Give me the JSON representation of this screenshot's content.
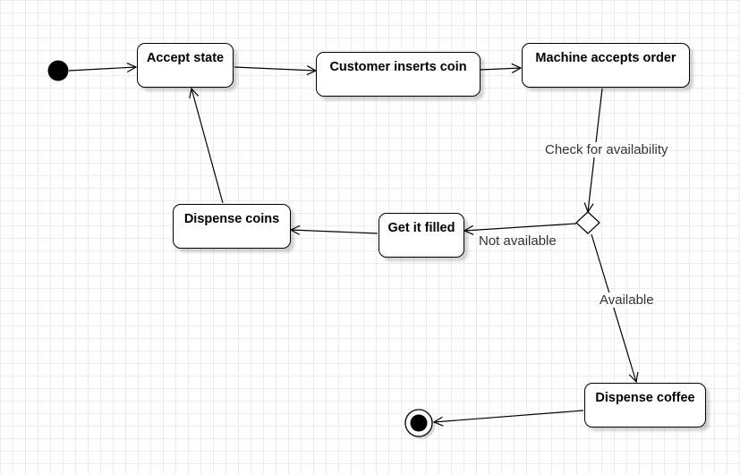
{
  "diagram": {
    "states": {
      "accept_state": "Accept state",
      "customer_inserts_coin": "Customer inserts coin",
      "machine_accepts_order": "Machine accepts order",
      "dispense_coins": "Dispense coins",
      "get_it_filled": "Get it filled",
      "dispense_coffee": "Dispense coffee"
    },
    "labels": {
      "check_availability": "Check for availability",
      "not_available": "Not available",
      "available": "Available"
    },
    "colors": {
      "line": "#000000",
      "label_text": "#333333",
      "grid": "#ececec"
    }
  }
}
